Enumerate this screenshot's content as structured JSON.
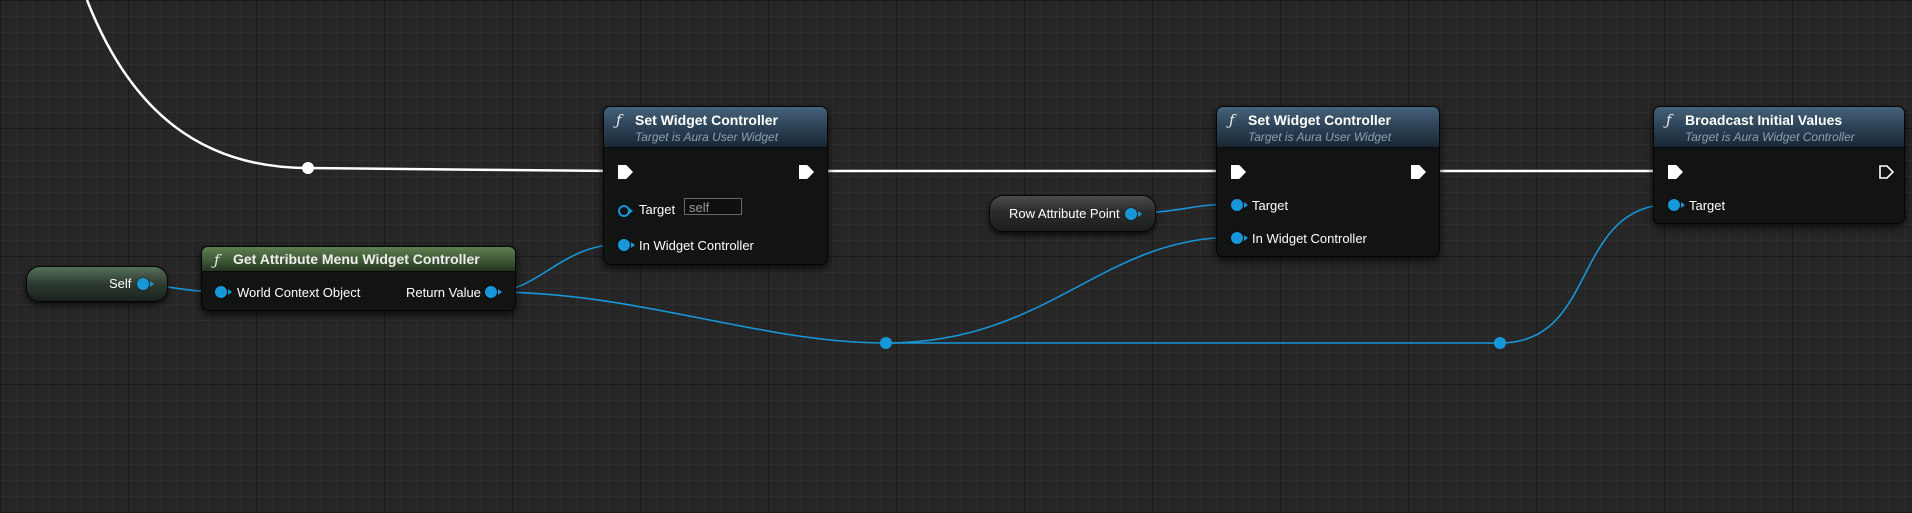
{
  "graph": {
    "colors": {
      "background": "#262626",
      "exec_wire": "#ffffff",
      "object_wire": "#1796d8",
      "function_header": "#45627a",
      "pure_function_header": "#5f7f52"
    },
    "nodes": {
      "self_node": {
        "label": "Self"
      },
      "get_controller": {
        "title": "Get Attribute Menu Widget Controller",
        "icon": "function-icon",
        "pins": {
          "world_context": "World Context Object",
          "return_value": "Return Value"
        }
      },
      "set_controller_1": {
        "title": "Set Widget Controller",
        "subtitle": "Target is Aura User Widget",
        "icon": "function-icon",
        "pins": {
          "target": "Target",
          "target_default": "self",
          "in_controller": "In Widget Controller"
        }
      },
      "row_attribute_point": {
        "label": "Row Attribute Point"
      },
      "set_controller_2": {
        "title": "Set Widget Controller",
        "subtitle": "Target is Aura User Widget",
        "icon": "function-icon",
        "pins": {
          "target": "Target",
          "in_controller": "In Widget Controller"
        }
      },
      "broadcast": {
        "title": "Broadcast Initial Values",
        "subtitle": "Target is Aura Widget Controller",
        "icon": "function-icon",
        "pins": {
          "target": "Target"
        }
      }
    }
  }
}
